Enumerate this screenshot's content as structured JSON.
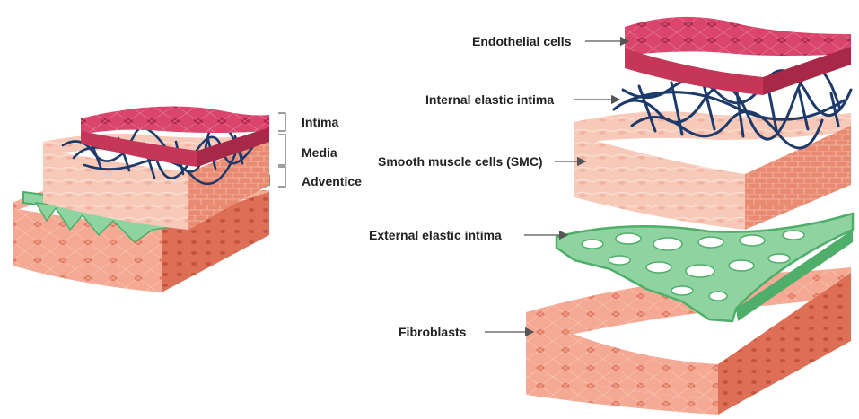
{
  "diagram": {
    "left_group_labels": [
      "Intima",
      "Media",
      "Adventice"
    ],
    "exploded_labels": {
      "endothelial": "Endothelial cells",
      "internal_elastic": "Internal elastic intima",
      "smc": "Smooth muscle cells (SMC)",
      "external_elastic": "External elastic intima",
      "fibroblasts": "Fibroblasts"
    },
    "colors": {
      "intima_top": "#d9456b",
      "intima_side": "#b8344f",
      "elastic_network": "#1d3a6b",
      "media_top": "#f7c9b9",
      "media_side": "#e98a72",
      "external_elastic": "#8fd3a0",
      "external_elastic_edge": "#4fae6a",
      "adventice_top": "#f4a994",
      "adventice_side": "#de6f57",
      "label_text": "#222222",
      "arrow": "#555555"
    }
  }
}
